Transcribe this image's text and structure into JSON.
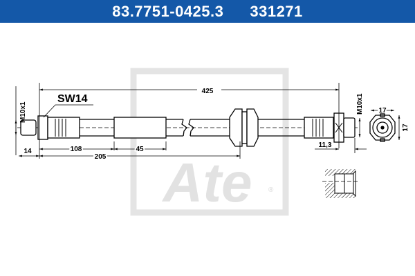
{
  "header": {
    "part_number": "83.7751-0425.3",
    "ref_number": "331271"
  },
  "colors": {
    "title_bar": "#1458a8",
    "watermark": "#e2e2e2"
  },
  "drawing": {
    "total_length": "425",
    "wrench_size": "SW14",
    "thread_left": "M10x1",
    "thread_right": "M10x1",
    "dim_nipple": "14",
    "dim_108": "108",
    "dim_45": "45",
    "dim_205": "205",
    "dim_11_3": "11,3",
    "hex_width": "17",
    "hex_height": "17"
  },
  "watermark": {
    "logo_text": "Ate",
    "registered": "®"
  }
}
